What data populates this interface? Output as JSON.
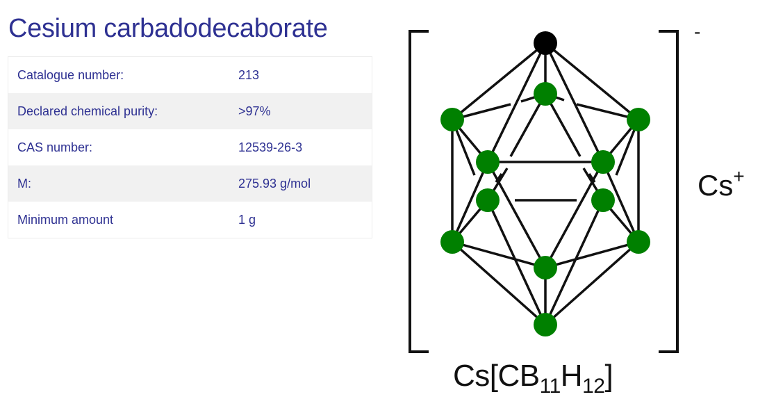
{
  "page": {
    "title": "Cesium carbadodecaborate"
  },
  "specs": [
    {
      "label": "Catalogue number:",
      "value": "213"
    },
    {
      "label": "Declared chemical purity:",
      "value": ">97%"
    },
    {
      "label": "CAS number:",
      "value": "12539-26-3"
    },
    {
      "label": "M:",
      "value": "275.93 g/mol"
    },
    {
      "label": "Minimum amount",
      "value": "1 g"
    }
  ],
  "structure": {
    "anion_charge": "-",
    "cation": "Cs",
    "cation_charge": "+",
    "formula": {
      "prefix": "Cs[CB",
      "sub1": "11",
      "mid": "H",
      "sub2": "12",
      "suffix": "]"
    },
    "colors": {
      "boron": "#008000",
      "carbon": "#000000",
      "bond": "#111111"
    }
  }
}
